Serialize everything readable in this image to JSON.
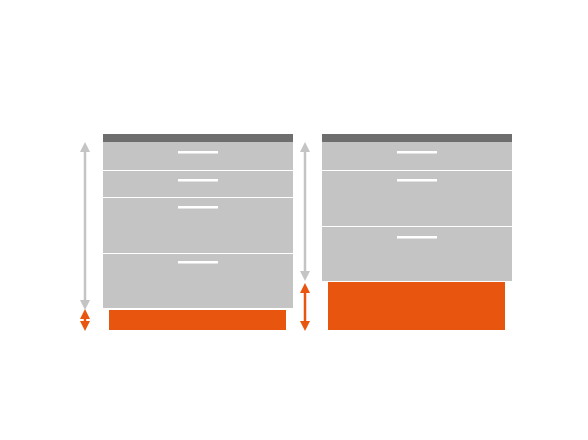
{
  "colors": {
    "background": "#ffffff",
    "countertop": "#6e6e6e",
    "drawer_front": "#c4c4c4",
    "drawer_divider": "#ffffff",
    "drawer_handle": "#ffffff",
    "plinth": "#e8550f",
    "cabinet_height_arrow": "#c4c4c4",
    "plinth_height_arrow": "#e8550f"
  },
  "cabinets": [
    {
      "name": "cabinet-low-plinth",
      "drawers": 4,
      "plinth": "low",
      "arrows": [
        "cabinet-height-arrow-icon",
        "plinth-height-arrow-icon"
      ]
    },
    {
      "name": "cabinet-high-plinth",
      "drawers": 3,
      "plinth": "high",
      "arrows": [
        "cabinet-height-arrow-icon",
        "plinth-height-arrow-icon"
      ]
    }
  ]
}
